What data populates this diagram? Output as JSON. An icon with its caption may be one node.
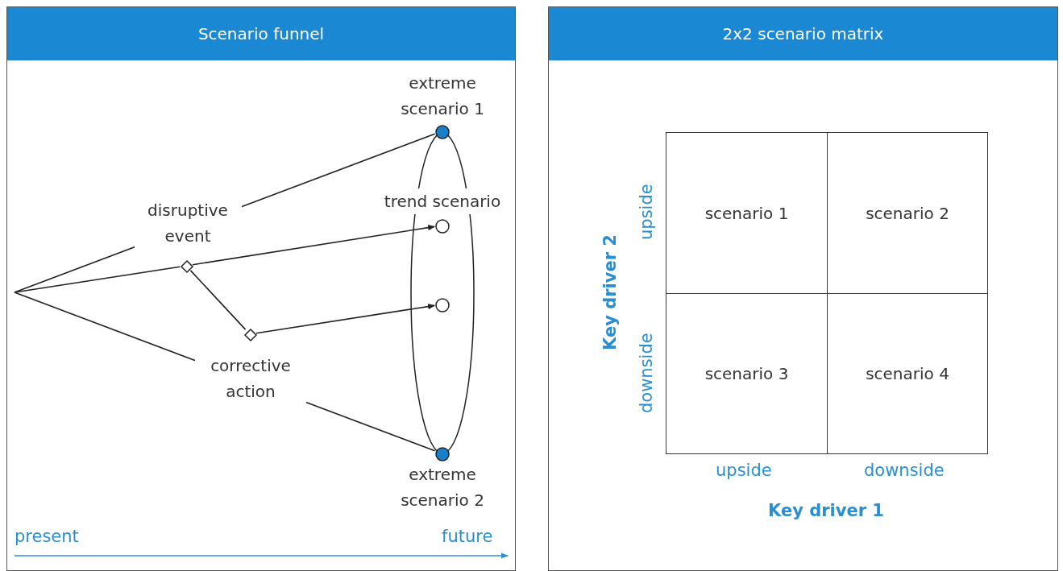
{
  "diagram": {
    "nodes": [
      {
        "text": [
          "Scenario funnel"
        ]
      },
      {
        "text": [],
        "shape": "diamond",
        "beside": [
          "disruptive event"
        ],
        "in": 0
      },
      {
        "text": [],
        "shape": "diamond",
        "beside": [
          "corrective action"
        ],
        "in": 0
      },
      {
        "text": [],
        "shape": "ellipse",
        "in": 0
      },
      {
        "text": [],
        "shape": "circle",
        "beside": [
          "extreme scenario 1"
        ],
        "in": 0
      },
      {
        "text": [],
        "shape": "circle",
        "beside": [
          "trend scenario"
        ],
        "in": 3
      },
      {
        "text": [],
        "shape": "circle",
        "in": 3
      },
      {
        "text": [],
        "shape": "circle",
        "beside": [
          "extreme scenario 2"
        ],
        "in": 0
      },
      {
        "text": [
          "2x2 scenario matrix"
        ]
      },
      {
        "text": [
          "scenario 1"
        ],
        "in": 8
      },
      {
        "text": [
          "scenario 2"
        ],
        "in": 8
      },
      {
        "text": [
          "scenario 3"
        ],
        "in": 8
      },
      {
        "text": [
          "scenario 4"
        ],
        "in": 8
      }
    ],
    "edges": [
      {
        "from": null,
        "to": 4,
        "arrow": "none"
      },
      {
        "from": null,
        "to": 1,
        "arrow": "none"
      },
      {
        "from": 1,
        "to": 5,
        "arrow": "to"
      },
      {
        "from": 1,
        "to": 2,
        "arrow": "none"
      },
      {
        "from": 2,
        "to": 6,
        "arrow": "to"
      },
      {
        "from": null,
        "to": 7,
        "arrow": "none"
      }
    ],
    "labels": [
      "present",
      "future",
      "Key driver 2",
      "upside",
      "downside",
      "upside",
      "downside",
      "Key driver 1"
    ]
  }
}
